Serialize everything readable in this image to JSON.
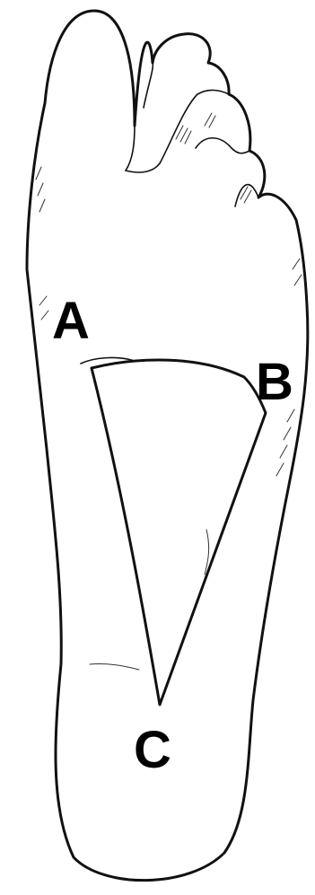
{
  "diagram": {
    "labels": {
      "a": "A",
      "b": "B",
      "c": "C"
    }
  }
}
